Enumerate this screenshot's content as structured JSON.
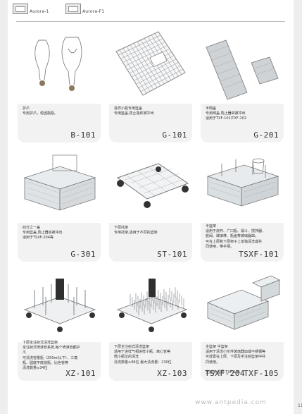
{
  "header": {
    "left_label": "Aurora-1",
    "right_label": "Aurora-F1"
  },
  "cards": [
    {
      "lines": [
        "护爪",
        "专用护爪，稳固瓶瓶。"
      ],
      "code": "B-101"
    },
    {
      "lines": [
        "进样小瓶专用篮盖",
        "专用篮盖,防止瓶体被冲出"
      ],
      "code": "G-101"
    },
    {
      "lines": [
        "半网盖",
        "专用网盖,防止器皿被冲出",
        "适用于TXF-101\\TXF-102"
      ],
      "code": "G-201"
    },
    {
      "lines": [
        "四分之一盖",
        "专用篮盖,防止器皿被冲出",
        "适用于TSXF-204等"
      ],
      "code": "G-301"
    },
    {
      "lines": [
        "下层托架",
        "专用托架,适用于不同的篮架"
      ],
      "code": "ST-101"
    },
    {
      "lines": [
        "半篮架",
        "适用于烧杯、广口瓶、漏斗、搅拌器、",
        "胶阀、玻璃棒、瓶盖等玻璃器皿。",
        "可在上层和下层架子上单独清洗或共",
        "同使用，带手柄。"
      ],
      "code": "TSXF-101"
    },
    {
      "lines": [
        "下层全注射式清洗篮架",
        "全注射式喷淋管系统,每个喷淋管都护",
        "爪",
        "可清洗容量瓶（250ml以下）、三角",
        "瓶、圆底平底烧瓶、比色管等",
        "清洗数量≥34位"
      ],
      "code": "XZ-101"
    },
    {
      "lines": [
        "下层全注射式清洗篮架",
        "适用于进样气相进样小瓶、离心管等",
        "微小瓶位的清洗",
        "清洗数量≥96位  最大清洗量：230位"
      ],
      "code": "XZ-103"
    },
    {
      "lines": [
        "全篮架            半篮架",
        "适用于清洗小形件玻璃器皿或不锈钢等",
        "可放置在上层、下层及半注射篮架中共",
        "同使用。",
        "",
        "全篮架   型号:TXF-105"
      ],
      "code": "TSXF-204",
      "code2": "TXF-105"
    }
  ],
  "watermark": "www.antpedia.com",
  "page_number": "11"
}
